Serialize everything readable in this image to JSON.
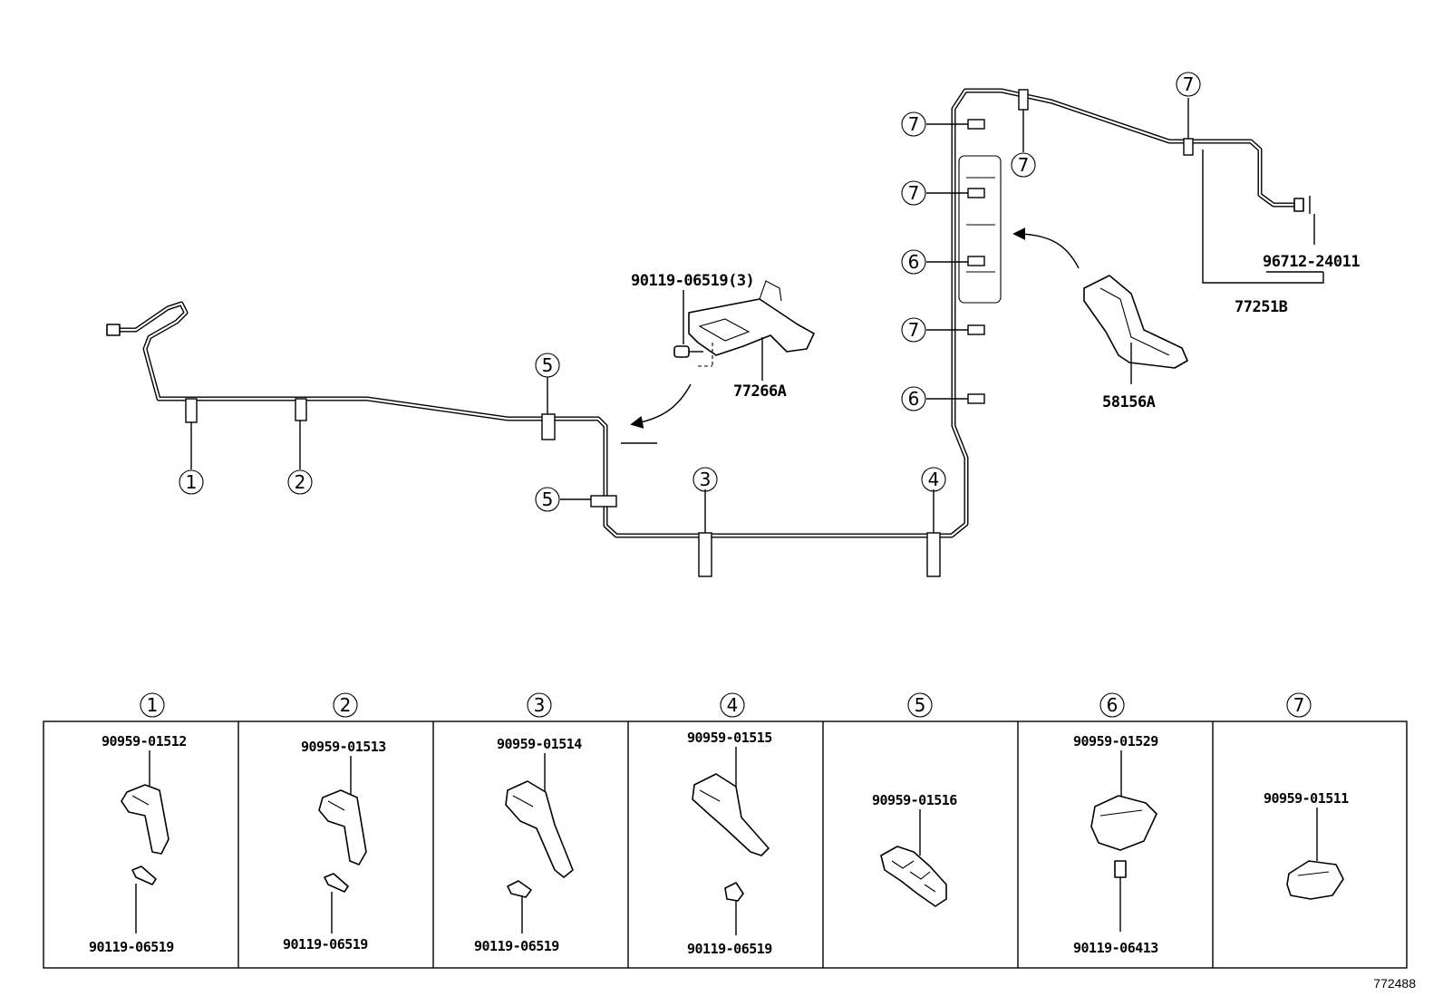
{
  "diagram": {
    "upper_labels": {
      "bolt_top": "90119-06519(3)",
      "bracket_top": "77266A",
      "bracket_right": "58156A",
      "pipe_end_part": "96712-24011",
      "pipe_assembly": "77251B"
    },
    "circle_numbers": [
      "1",
      "2",
      "3",
      "4",
      "5",
      "6",
      "7"
    ],
    "table": {
      "columns": [
        {
          "index": "1",
          "clamp": "90959-01512",
          "bolt": "90119-06519"
        },
        {
          "index": "2",
          "clamp": "90959-01513",
          "bolt": "90119-06519"
        },
        {
          "index": "3",
          "clamp": "90959-01514",
          "bolt": "90119-06519"
        },
        {
          "index": "4",
          "clamp": "90959-01515",
          "bolt": "90119-06519"
        },
        {
          "index": "5",
          "clamp": "90959-01516",
          "bolt": ""
        },
        {
          "index": "6",
          "clamp": "90959-01529",
          "bolt": "90119-06413"
        },
        {
          "index": "7",
          "clamp": "90959-01511",
          "bolt": ""
        }
      ]
    },
    "figure_ref": "772488"
  }
}
